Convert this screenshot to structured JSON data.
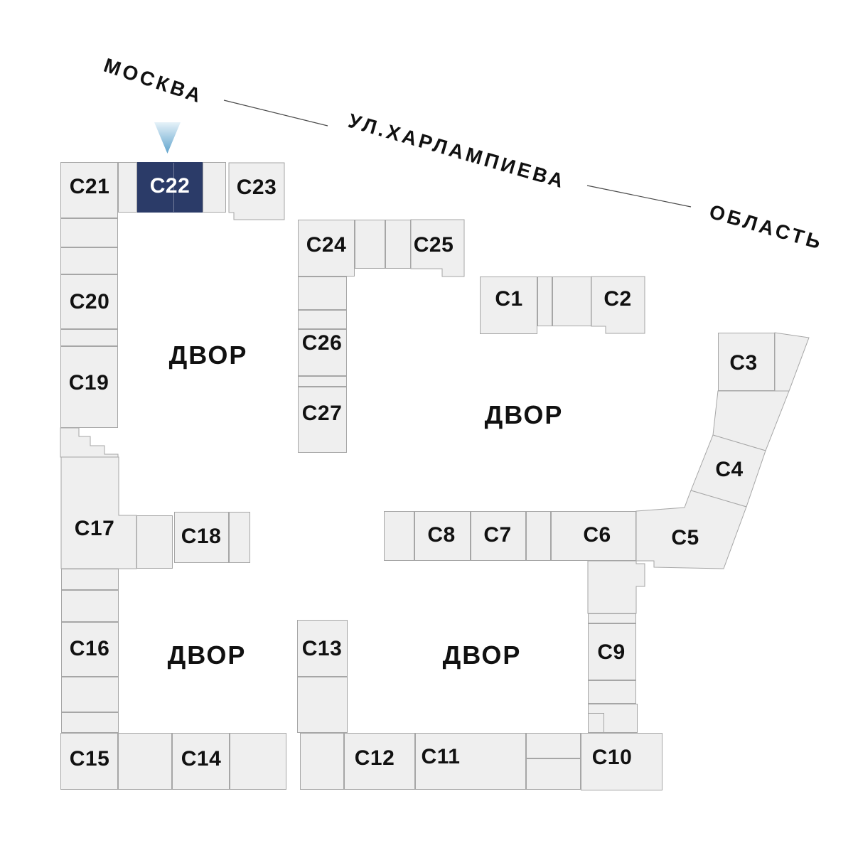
{
  "streets": {
    "moscow_label": "МОСКВА",
    "street_label": "УЛ.ХАРЛАМПИЕВА",
    "oblast_label": "ОБЛАСТЬ"
  },
  "yards": {
    "label": "ДВОР"
  },
  "selected_building": "С22",
  "buildings": {
    "c1": {
      "label": "С1"
    },
    "c2": {
      "label": "С2"
    },
    "c3": {
      "label": "С3"
    },
    "c4": {
      "label": "С4"
    },
    "c5": {
      "label": "С5"
    },
    "c6": {
      "label": "С6"
    },
    "c7": {
      "label": "С7"
    },
    "c8": {
      "label": "С8"
    },
    "c9": {
      "label": "С9"
    },
    "c10": {
      "label": "С10"
    },
    "c11": {
      "label": "С11"
    },
    "c12": {
      "label": "С12"
    },
    "c13": {
      "label": "С13"
    },
    "c14": {
      "label": "С14"
    },
    "c15": {
      "label": "С15"
    },
    "c16": {
      "label": "С16"
    },
    "c17": {
      "label": "С17"
    },
    "c18": {
      "label": "С18"
    },
    "c19": {
      "label": "С19"
    },
    "c20": {
      "label": "С20"
    },
    "c21": {
      "label": "С21"
    },
    "c22": {
      "label": "С22",
      "selected": true
    },
    "c23": {
      "label": "С23"
    },
    "c24": {
      "label": "С24"
    },
    "c25": {
      "label": "С25"
    },
    "c26": {
      "label": "С26"
    },
    "c27": {
      "label": "С27"
    }
  },
  "colors": {
    "block_fill": "#efefef",
    "block_border": "#a6a6a6",
    "selected_fill": "#2b3b68",
    "selected_text": "#ffffff",
    "arrow_top": "#e6f2f9",
    "arrow_bottom": "#5fa3cd",
    "line": "#4a4a4a"
  }
}
